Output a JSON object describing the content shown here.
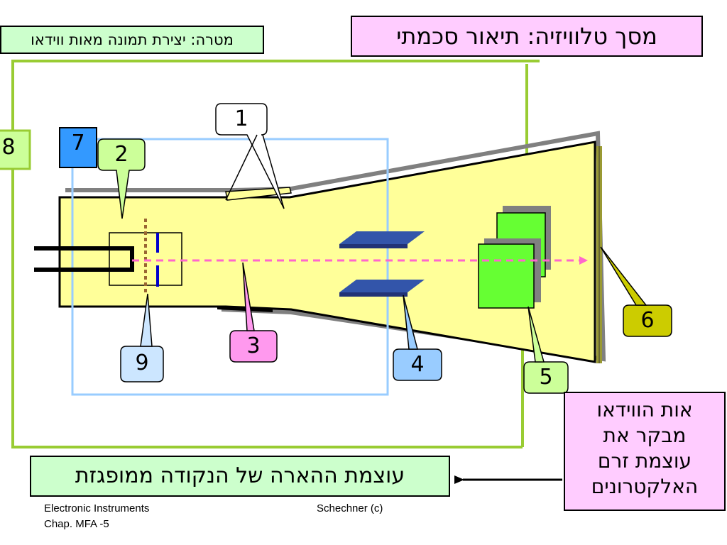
{
  "title": "מסך טלוויזיה: תיאור סכמתי",
  "goal": "מטרה: יצירת תמונה מאות ווידאו",
  "result": "עוצמת ההארה של הנקודה ממופגזת",
  "note": [
    "אות הווידאו",
    "מבקר את",
    "עוצמת זרם",
    "האלקטרונים"
  ],
  "callouts": {
    "c1": "1",
    "c2": "2",
    "c3": "3",
    "c4": "4",
    "c5": "5",
    "c6": "6",
    "c7": "7",
    "c8": "8",
    "c9": "9"
  },
  "footer": {
    "course": "Electronic Instruments",
    "chapter": "Chap. MFA -5",
    "author": "Schechner   (c)"
  },
  "colors": {
    "tube_fill": "#ffff99",
    "light_blue": "#99ccff",
    "pink": "#ff66cc",
    "light_green": "#ccff99",
    "olive": "#cccc00",
    "green_box": "#66ff33",
    "plate_blue": "#3355aa",
    "square7": "#3399ff"
  }
}
